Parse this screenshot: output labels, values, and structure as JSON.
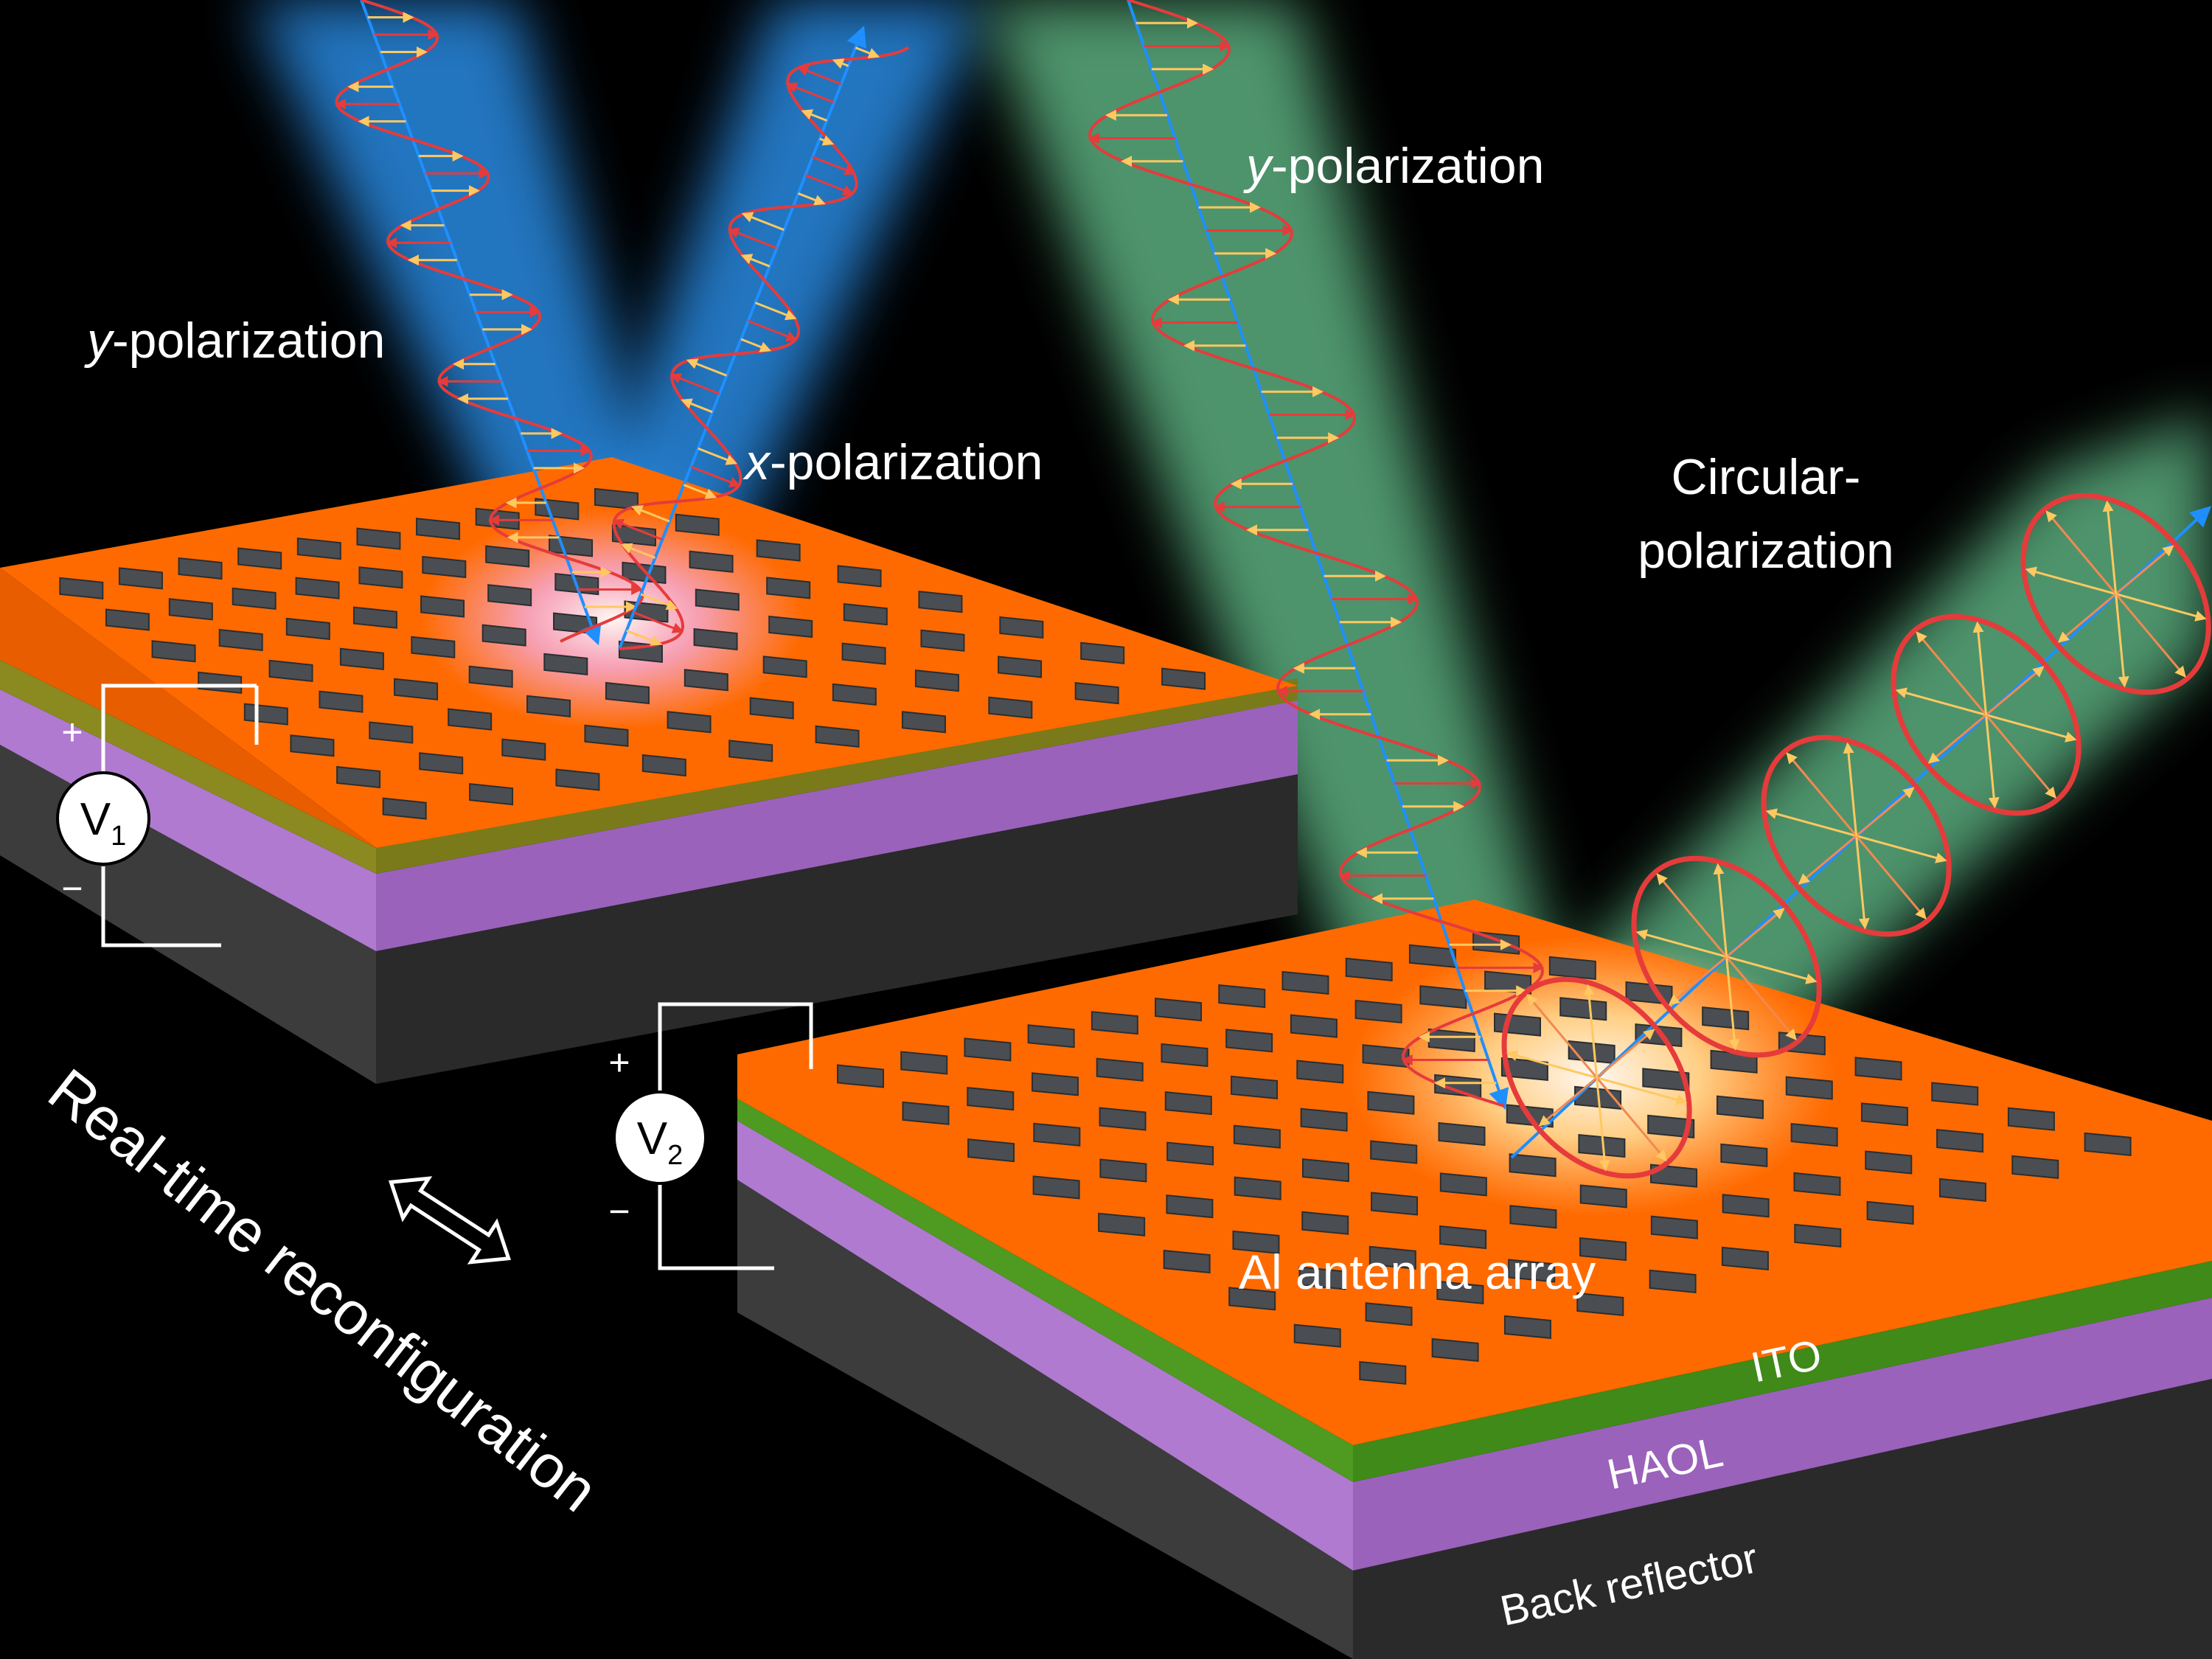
{
  "labels": {
    "y_pol_left": {
      "italic": "y",
      "rest": "-polarization"
    },
    "x_pol": {
      "italic": "x",
      "rest": "-polarization"
    },
    "y_pol_right": {
      "italic": "y",
      "rest": "-polarization"
    },
    "circ_line1": "Circular-",
    "circ_line2": "polarization",
    "antenna": "Al antenna array",
    "ito": "ITO",
    "haol": "HAOL",
    "reflector": "Back reflector",
    "realtime": "Real-time reconfiguration"
  },
  "sources": [
    {
      "symbol": "V",
      "subscript": "1",
      "plus": "+",
      "minus": "−"
    },
    {
      "symbol": "V",
      "subscript": "2",
      "plus": "+",
      "minus": "−"
    }
  ],
  "colors": {
    "background": "#000000",
    "antenna_layer": "#ff6a00",
    "ito_layer": "#5aa020",
    "haol_layer": "#b37ccf",
    "reflector_layer": "#3a3a3a",
    "antenna_element": "#4a4e52",
    "beam_blue": "#2e9cff",
    "beam_green": "#6ed39a",
    "wave_red": "#e63b3b",
    "wave_yellow": "#ffd36a"
  },
  "icons": [
    "double-arrow-icon",
    "voltage-source-icon"
  ]
}
